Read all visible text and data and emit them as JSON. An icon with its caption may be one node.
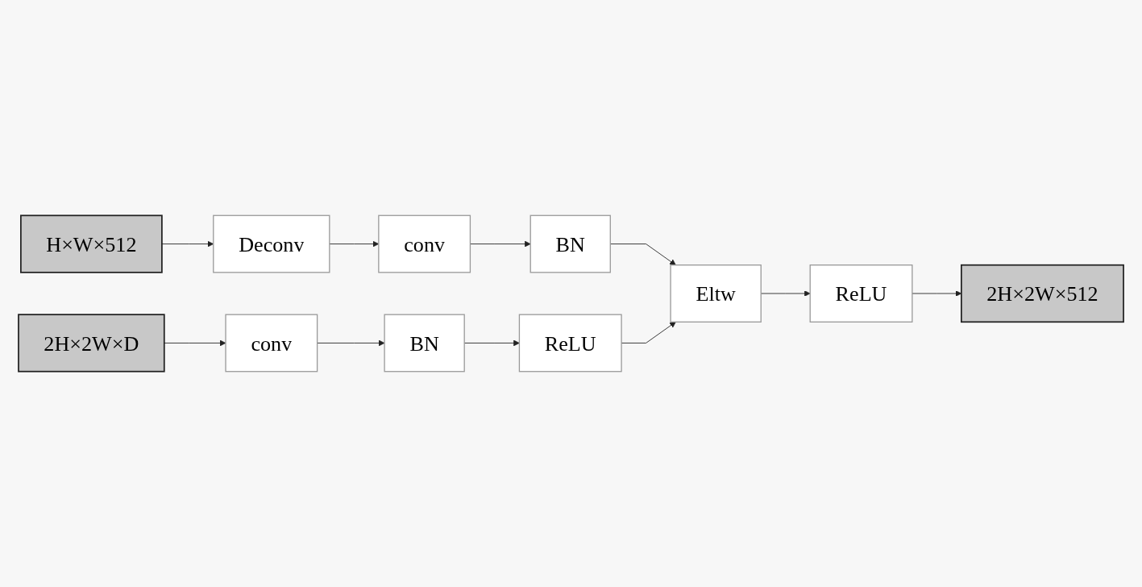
{
  "diagram": {
    "nodes": [
      {
        "text": [
          "H×W×512"
        ]
      },
      {
        "text": [
          "2H×2W×D"
        ]
      },
      {
        "text": [
          "Deconv"
        ]
      },
      {
        "text": [
          "conv"
        ]
      },
      {
        "text": [
          "BN"
        ]
      },
      {
        "text": [
          "conv"
        ]
      },
      {
        "text": [
          "BN"
        ]
      },
      {
        "text": [
          "ReLU"
        ]
      },
      {
        "text": [
          "Eltw"
        ]
      },
      {
        "text": [
          "ReLU"
        ]
      },
      {
        "text": [
          "2H×2W×512"
        ]
      }
    ],
    "edges": [
      {
        "from": 0,
        "to": 2,
        "arrow": "to"
      },
      {
        "from": 2,
        "to": 3,
        "arrow": "to"
      },
      {
        "from": 3,
        "to": 4,
        "arrow": "to"
      },
      {
        "from": 4,
        "to": 8,
        "arrow": "to"
      },
      {
        "from": 1,
        "to": 5,
        "arrow": "to"
      },
      {
        "from": 5,
        "to": 6,
        "arrow": "to"
      },
      {
        "from": 6,
        "to": 7,
        "arrow": "to"
      },
      {
        "from": 7,
        "to": 8,
        "arrow": "to"
      },
      {
        "from": 8,
        "to": 9,
        "arrow": "to"
      },
      {
        "from": 9,
        "to": 10,
        "arrow": "to"
      }
    ]
  }
}
